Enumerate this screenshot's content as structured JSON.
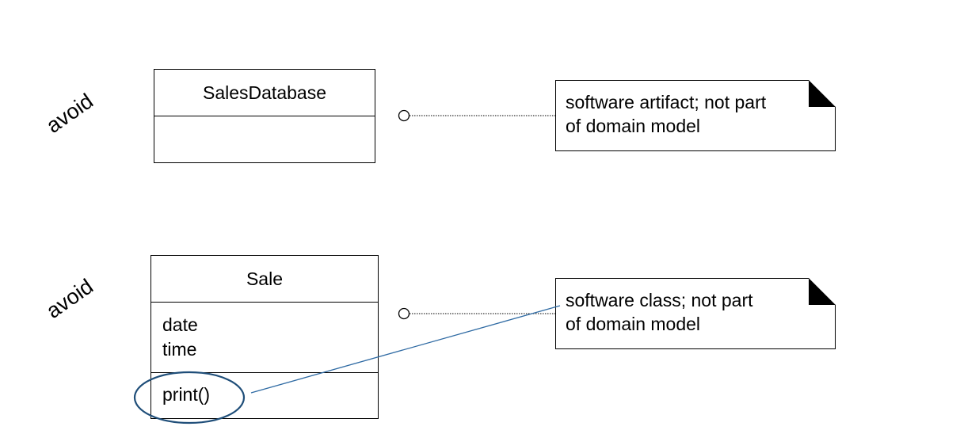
{
  "labels": {
    "avoid_top": "avoid",
    "avoid_bottom": "avoid"
  },
  "classes": [
    {
      "name": "SalesDatabase",
      "attributes": [],
      "operations": []
    },
    {
      "name": "Sale",
      "attributes": [
        "date",
        "time"
      ],
      "operations": [
        "print()"
      ]
    }
  ],
  "notes": [
    {
      "lines": [
        "software artifact; not part",
        "of domain model"
      ]
    },
    {
      "lines": [
        "software class; not part",
        "of domain model"
      ]
    }
  ],
  "colors": {
    "line": "#000000",
    "highlight": "#1f4e79"
  }
}
